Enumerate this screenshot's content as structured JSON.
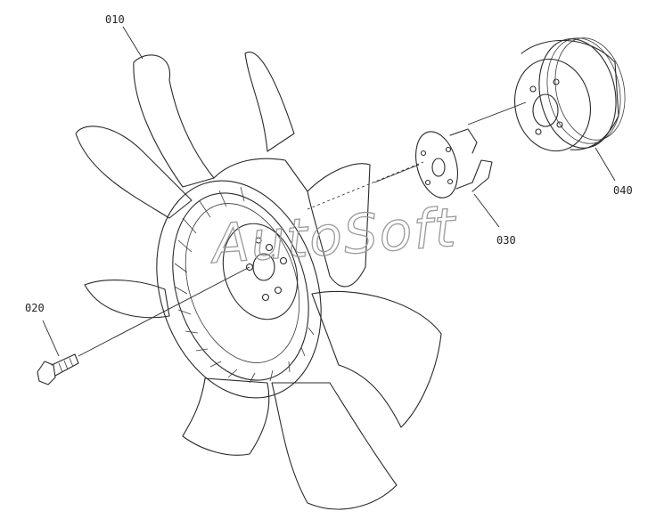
{
  "callouts": {
    "fan": "010",
    "bolt": "020",
    "spacer": "030",
    "pulley": "040"
  },
  "watermark": "AutoSoft",
  "colors": {
    "line": "#2a2a2a",
    "watermark": "#9a9a9a",
    "background": "#ffffff"
  }
}
